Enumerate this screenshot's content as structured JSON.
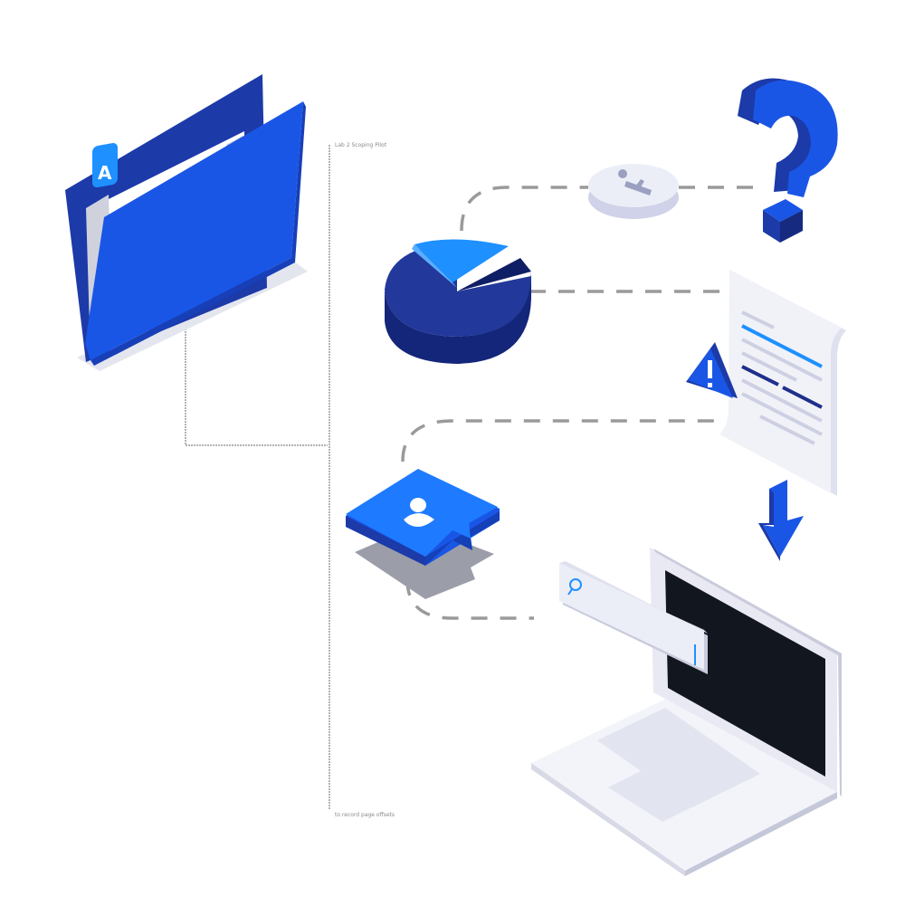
{
  "folder": {
    "tab_letter": "A"
  },
  "labels": {
    "top_note": "Lab 2 Scoping Pilot",
    "bottom_note": "to record page offsets"
  },
  "colors": {
    "primary": "#1a4fd8",
    "dark_navy": "#1f2f8c",
    "accent": "#1e90ff",
    "light_gray": "#e8e9f3",
    "screen": "#12161f"
  },
  "icons": [
    "folder-icon",
    "info-badge-icon",
    "question-mark-icon",
    "pie-chart-icon",
    "document-icon",
    "warning-icon",
    "user-chat-icon",
    "down-arrow-icon",
    "search-bar-icon",
    "laptop-icon"
  ]
}
